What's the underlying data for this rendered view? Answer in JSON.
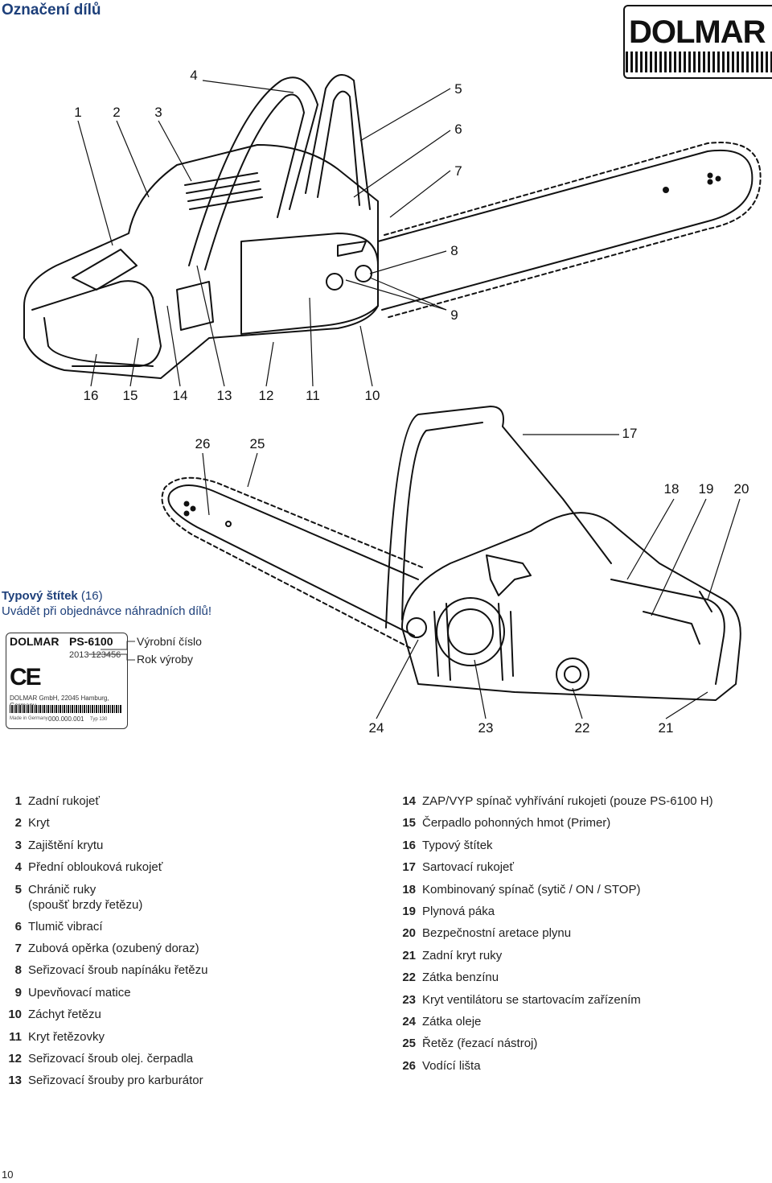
{
  "page": {
    "title": "Označení dílů",
    "brand": "DOLMAR",
    "page_number": "10"
  },
  "callouts_top": [
    "1",
    "2",
    "3",
    "4",
    "5",
    "6",
    "7",
    "8",
    "9",
    "16",
    "15",
    "14",
    "13",
    "12",
    "11",
    "10"
  ],
  "callouts_bottom": [
    "26",
    "25",
    "17",
    "18",
    "19",
    "20",
    "24",
    "23",
    "22",
    "21"
  ],
  "rating_plate": {
    "heading_bold": "Typový štítek",
    "heading_rest": " (16)",
    "subheading": "Uvádět při objednávce náhradních dílů!",
    "brand": "DOLMAR",
    "model": "PS-6100",
    "serial": "2013 123456",
    "ce_mark": "CE",
    "address": "DOLMAR GmbH, 22045 Hamburg, Germany",
    "made_in": "Made in Germany",
    "number": "000.000.001",
    "type": "Typ 130",
    "label_serial": "Výrobní číslo",
    "label_year": "Rok výroby"
  },
  "legend_left": [
    {
      "n": "1",
      "t": "Zadní rukojeť"
    },
    {
      "n": "2",
      "t": "Kryt"
    },
    {
      "n": "3",
      "t": "Zajištění krytu"
    },
    {
      "n": "4",
      "t": "Přední oblouková rukojeť"
    },
    {
      "n": "5",
      "t": "Chránič ruky",
      "t2": "(spoušť brzdy řetězu)"
    },
    {
      "n": "6",
      "t": "Tlumič vibrací"
    },
    {
      "n": "7",
      "t": "Zubová opěrka (ozubený doraz)"
    },
    {
      "n": "8",
      "t": "Seřizovací šroub napínáku řetězu"
    },
    {
      "n": "9",
      "t": "Upevňovací matice"
    },
    {
      "n": "10",
      "t": "Záchyt řetězu"
    },
    {
      "n": "11",
      "t": "Kryt řetězovky"
    },
    {
      "n": "12",
      "t": "Seřizovací šroub olej. čerpadla"
    },
    {
      "n": "13",
      "t": "Seřizovací šrouby pro karburátor"
    }
  ],
  "legend_right": [
    {
      "n": "14",
      "t": "ZAP/VYP spínač vyhřívání rukojeti (pouze PS-6100 H)"
    },
    {
      "n": "15",
      "t": "Čerpadlo pohonných hmot (Primer)"
    },
    {
      "n": "16",
      "t": "Typový štítek"
    },
    {
      "n": "17",
      "t": "Sartovací rukojeť"
    },
    {
      "n": "18",
      "t": "Kombinovaný spínač (sytič / ON / STOP)"
    },
    {
      "n": "19",
      "t": "Plynová páka"
    },
    {
      "n": "20",
      "t": "Bezpečnostní aretace plynu"
    },
    {
      "n": "21",
      "t": "Zadní kryt ruky"
    },
    {
      "n": "22",
      "t": "Zátka benzínu"
    },
    {
      "n": "23",
      "t": "Kryt ventilátoru se startovacím zařízením"
    },
    {
      "n": "24",
      "t": "Zátka oleje"
    },
    {
      "n": "25",
      "t": "Řetěz (řezací nástroj)"
    },
    {
      "n": "26",
      "t": "Vodící lišta"
    }
  ]
}
